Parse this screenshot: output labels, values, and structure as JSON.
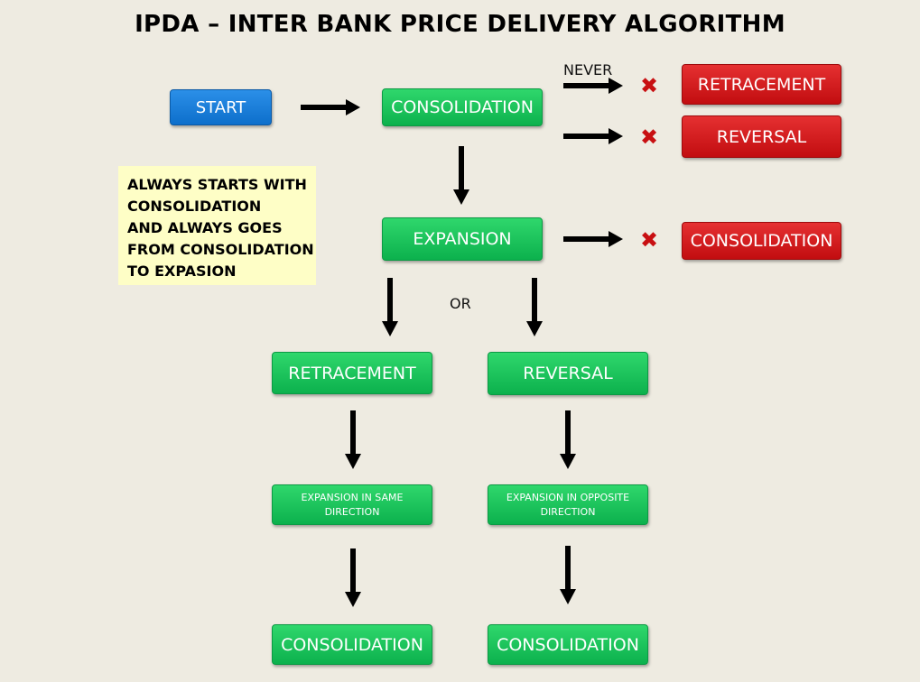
{
  "title": "IPDA – INTER BANK PRICE DELIVERY ALGORITHM",
  "labels": {
    "never": "NEVER",
    "or": "OR"
  },
  "note": {
    "lines": [
      "ALWAYS STARTS WITH",
      "CONSOLIDATION",
      "AND ALWAYS GOES",
      "FROM CONSOLIDATION",
      "TO EXPASION"
    ]
  },
  "nodes": {
    "start": "START",
    "consolidation_top": "CONSOLIDATION",
    "expansion": "EXPANSION",
    "retracement": "RETRACEMENT",
    "reversal": "REVERSAL",
    "expansion_same": "EXPANSION IN SAME DIRECTION",
    "expansion_opposite": "EXPANSION IN OPPOSITE DIRECTION",
    "consolidation_left": "CONSOLIDATION",
    "consolidation_right": "CONSOLIDATION"
  },
  "never_nodes": {
    "retracement": "RETRACEMENT",
    "reversal": "REVERSAL",
    "consolidation": "CONSOLIDATION"
  },
  "colors": {
    "allowed": "#14b84f",
    "never": "#d01b1d",
    "start": "#1a7ed9",
    "note_bg": "#fefec6",
    "background": "#eeebe1",
    "x_mark": "#c81012"
  }
}
